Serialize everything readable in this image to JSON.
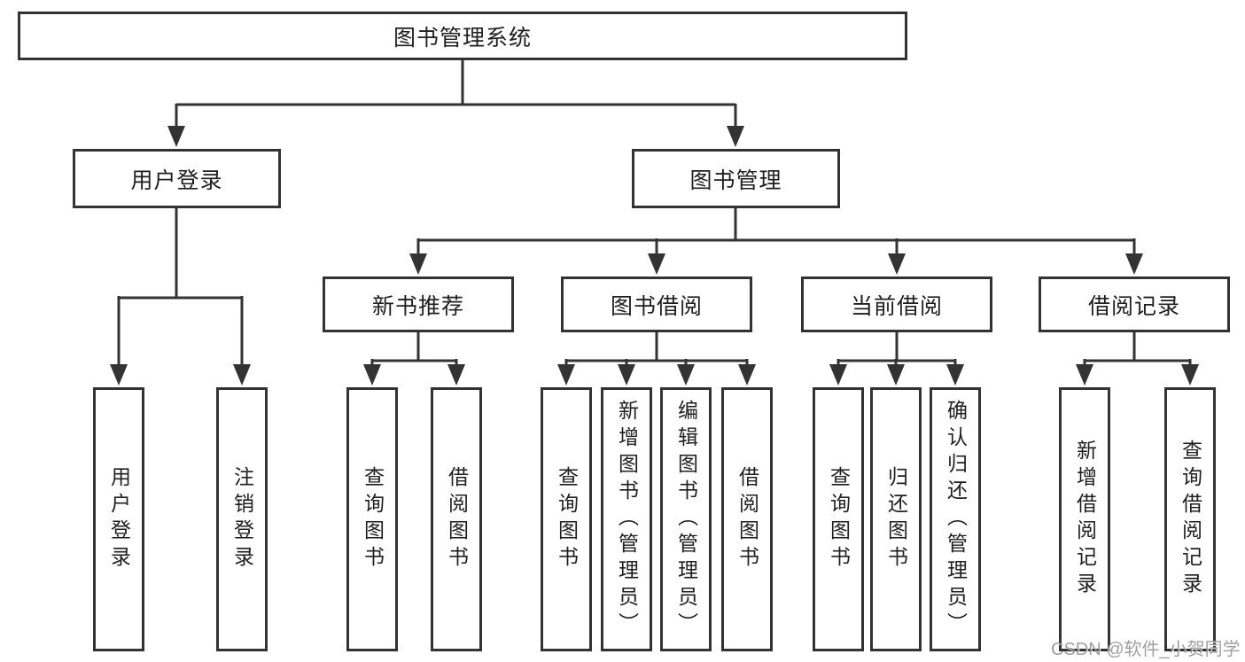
{
  "diagram": {
    "root": {
      "label": "图书管理系统"
    },
    "branches": [
      {
        "label": "用户登录",
        "children": [
          {
            "label": "用户登录"
          },
          {
            "label": "注销登录"
          }
        ]
      },
      {
        "label": "图书管理",
        "children": [
          {
            "label": "新书推荐",
            "children": [
              {
                "label": "查询图书"
              },
              {
                "label": "借阅图书"
              }
            ]
          },
          {
            "label": "图书借阅",
            "children": [
              {
                "label": "查询图书"
              },
              {
                "label": "新增图书（管理员）"
              },
              {
                "label": "编辑图书（管理员）"
              },
              {
                "label": "借阅图书"
              }
            ]
          },
          {
            "label": "当前借阅",
            "children": [
              {
                "label": "查询图书"
              },
              {
                "label": "归还图书"
              },
              {
                "label": "确认归还（管理员）"
              }
            ]
          },
          {
            "label": "借阅记录",
            "children": [
              {
                "label": "新增借阅记录"
              },
              {
                "label": "查询借阅记录"
              }
            ]
          }
        ]
      }
    ],
    "watermark": "CSDN @软件_小贺同学",
    "colors": {
      "line": "#333333",
      "text": "#1f1f1f",
      "watermark": "#8f8f8f",
      "background": "#ffffff"
    }
  }
}
